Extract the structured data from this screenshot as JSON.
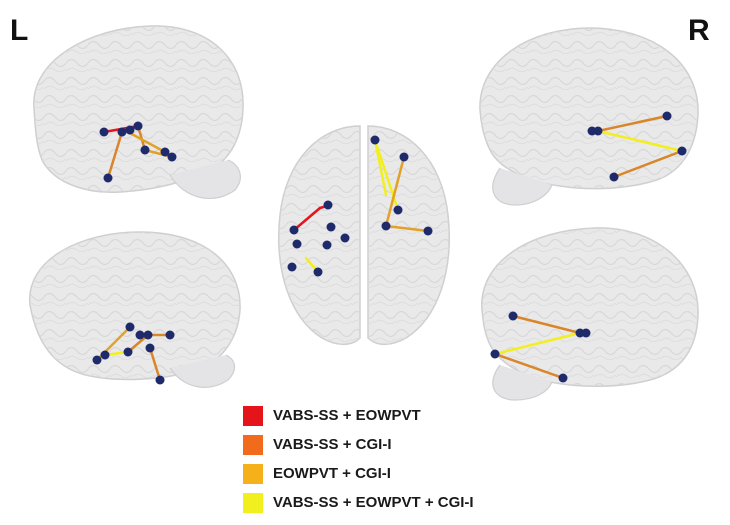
{
  "labels": {
    "left": "L",
    "right": "R"
  },
  "legend": [
    {
      "label": "VABS-SS + EOWPVT",
      "color": "#e5141b"
    },
    {
      "label": "VABS-SS + CGI-I",
      "color": "#f26b1d"
    },
    {
      "label": "EOWPVT + CGI-I",
      "color": "#f5b01a"
    },
    {
      "label": "VABS-SS + EOWPVT + CGI-I",
      "color": "#f2ef1f"
    }
  ],
  "colors": {
    "node": "#1f2a6b",
    "brain_fill": "#e9e9ea",
    "brain_stroke": "#d2d2d4"
  }
}
